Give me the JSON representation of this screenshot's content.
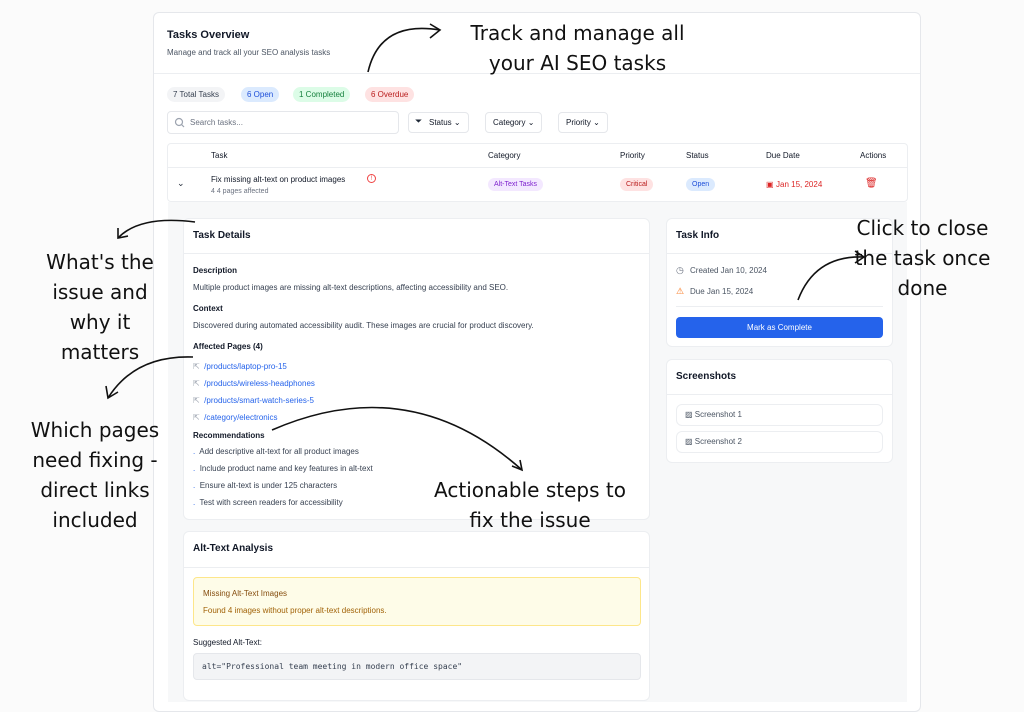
{
  "header": {
    "title": "Tasks Overview",
    "subtitle": "Manage and track all your SEO analysis tasks"
  },
  "stats": {
    "total": "7 Total Tasks",
    "open": "6 Open",
    "completed": "1 Completed",
    "overdue": "6 Overdue"
  },
  "search": {
    "placeholder": "Search tasks..."
  },
  "filters": {
    "status": "Status",
    "category": "Category",
    "priority": "Priority"
  },
  "table": {
    "headers": [
      "Task",
      "Category",
      "Priority",
      "Status",
      "Due Date",
      "Actions"
    ],
    "row": {
      "title": "Fix missing alt-text on product images",
      "pages": "4 4 pages affected",
      "category": "Alt-Text Tasks",
      "priority": "Critical",
      "status": "Open",
      "due": "Jan 15, 2024"
    }
  },
  "details": {
    "title": "Task Details",
    "description_label": "Description",
    "description": "Multiple product images are missing alt-text descriptions, affecting accessibility and SEO.",
    "context_label": "Context",
    "context": "Discovered during automated accessibility audit. These images are crucial for product discovery.",
    "pages_label": "Affected Pages (4)",
    "pages": [
      "/products/laptop-pro-15",
      "/products/wireless-headphones",
      "/products/smart-watch-series-5",
      "/category/electronics"
    ],
    "rec_label": "Recommendations",
    "recs": [
      "Add descriptive alt-text for all product images",
      "Include product name and key features in alt-text",
      "Ensure alt-text is under 125 characters",
      "Test with screen readers for accessibility"
    ]
  },
  "info": {
    "title": "Task Info",
    "created": "Created Jan 10, 2024",
    "due": "Due Jan 15, 2024",
    "complete_button": "Mark as Complete"
  },
  "screenshots": {
    "title": "Screenshots",
    "items": [
      "Screenshot 1",
      "Screenshot 2"
    ]
  },
  "alt": {
    "title": "Alt-Text Analysis",
    "warn_title": "Missing Alt-Text Images",
    "warn_text": "Found 4 images without proper alt-text descriptions.",
    "suggested_label": "Suggested Alt-Text:",
    "suggested": "alt=\"Professional team meeting in modern office space\""
  },
  "annotations": {
    "track": "Track and manage all your AI SEO tasks",
    "issue": "What's the issue and why it matters",
    "pages": "Which pages need fixing - direct links included",
    "steps": "Actionable steps to fix the issue",
    "close": "Click to close the task once done"
  }
}
